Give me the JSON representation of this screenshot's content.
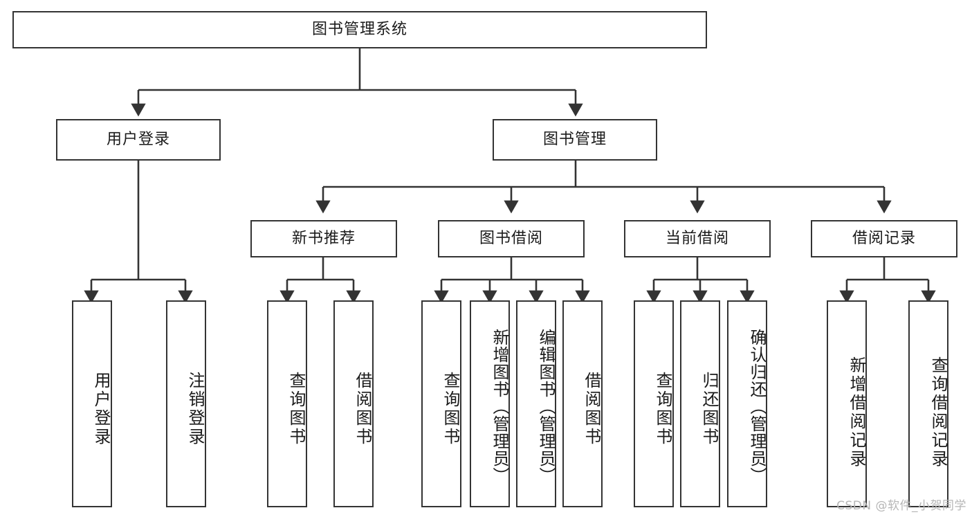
{
  "diagram": {
    "title": "图书管理系统",
    "type": "tree-hierarchy",
    "watermark": "CSDN @软件_小贺同学",
    "colors": {
      "stroke": "#333333",
      "fill": "#ffffff",
      "text": "#1a1a1a",
      "watermark": "#b6b6b6"
    },
    "nodes": {
      "root": {
        "label": "图书管理系统"
      },
      "level1": [
        {
          "id": "user-login",
          "label": "用户登录"
        },
        {
          "id": "book-manage",
          "label": "图书管理"
        }
      ],
      "level2": [
        {
          "id": "new-book-rec",
          "label": "新书推荐"
        },
        {
          "id": "book-borrow",
          "label": "图书借阅"
        },
        {
          "id": "current-borrow",
          "label": "当前借阅"
        },
        {
          "id": "borrow-record",
          "label": "借阅记录"
        }
      ],
      "leaves": {
        "user_login": [
          {
            "id": "leaf-user-login",
            "label": "用户登录"
          },
          {
            "id": "leaf-logout-login",
            "label": "注销登录"
          }
        ],
        "new_book_rec": [
          {
            "id": "leaf-query-book-1",
            "label": "查询图书"
          },
          {
            "id": "leaf-borrow-book-1",
            "label": "借阅图书"
          }
        ],
        "book_borrow": [
          {
            "id": "leaf-query-book-2",
            "label": "查询图书"
          },
          {
            "id": "leaf-add-book",
            "label": "新增图书（管理员）"
          },
          {
            "id": "leaf-edit-book",
            "label": "编辑图书（管理员）"
          },
          {
            "id": "leaf-borrow-book-2",
            "label": "借阅图书"
          }
        ],
        "current_borrow": [
          {
            "id": "leaf-query-book-3",
            "label": "查询图书"
          },
          {
            "id": "leaf-return-book",
            "label": "归还图书"
          },
          {
            "id": "leaf-confirm-return",
            "label": "确认归还（管理员）"
          }
        ],
        "borrow_record": [
          {
            "id": "leaf-add-record",
            "label": "新增借阅记录"
          },
          {
            "id": "leaf-query-record",
            "label": "查询借阅记录"
          }
        ]
      }
    }
  }
}
